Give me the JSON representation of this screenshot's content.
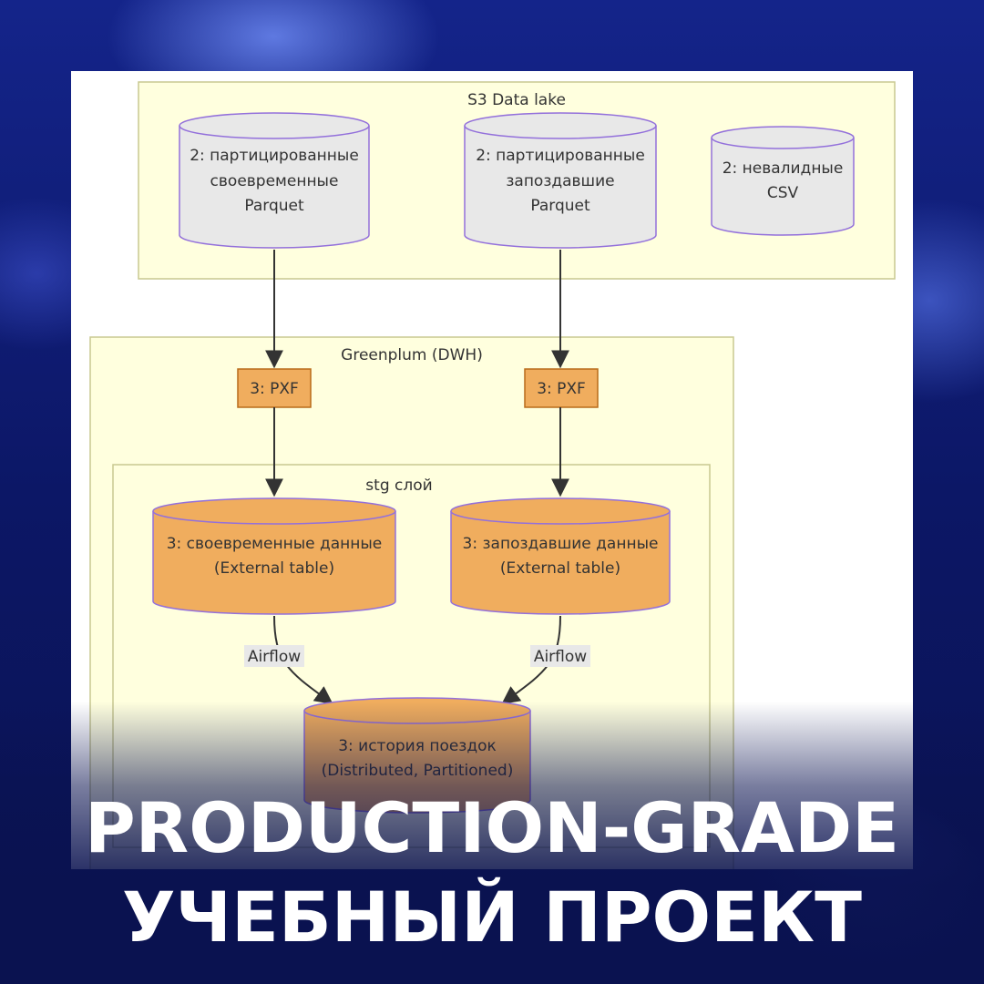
{
  "groups": {
    "s3": {
      "title": "S3 Data lake"
    },
    "greenplum": {
      "title": "Greenplum (DWH)"
    },
    "stg": {
      "title": "stg слой"
    }
  },
  "nodes": {
    "s3_timely": [
      "2: партицированные",
      "своевременные",
      "Parquet"
    ],
    "s3_late": [
      "2: партицированные",
      "запоздавшие",
      "Parquet"
    ],
    "s3_invalid": [
      "2: невалидные",
      "CSV"
    ],
    "pxf_left": "3: PXF",
    "pxf_right": "3: PXF",
    "stg_timely": [
      "3: своевременные данные",
      "(External table)"
    ],
    "stg_late": [
      "3: запоздавшие данные",
      "(External table)"
    ],
    "history": [
      "3: история поездок",
      "(Distributed, Partitioned)"
    ]
  },
  "edges": {
    "airflow_left": "Airflow",
    "airflow_right": "Airflow"
  },
  "headline": {
    "line1": "PRODUCTION-GRADE",
    "line2": "УЧЕБНЫЙ ПРОЕКТ"
  },
  "colors": {
    "group_fill": "#ffffde",
    "group_stroke": "#c8c890",
    "storage_fill": "#e8e8e8",
    "storage_stroke": "#9370db",
    "greenplum_fill": "#f0ad5e",
    "pxf_stroke": "#b86b1a",
    "background": "#0b1560"
  }
}
